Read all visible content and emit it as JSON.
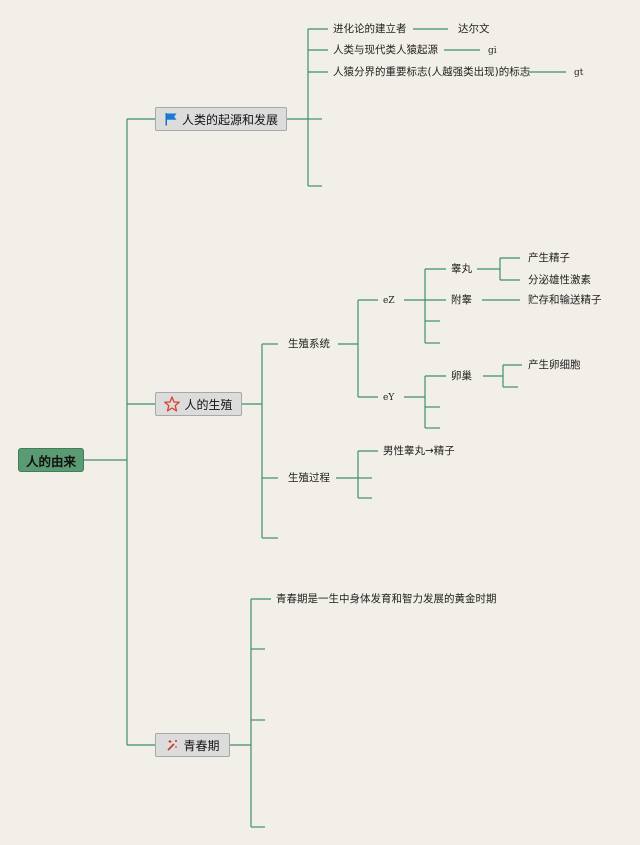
{
  "root": "人的由来",
  "branches": {
    "origin": {
      "label": "人类的起源和发展",
      "icon": "flag-icon",
      "items": [
        {
          "text": "进化论的建立者",
          "answer": "达尔文"
        },
        {
          "text": "人类与现代类人猿起源",
          "answer": "gi"
        },
        {
          "text": "人猿分界的重要标志(人越强类出现)的标志",
          "answer": "gt"
        }
      ]
    },
    "reproduction": {
      "label": "人的生殖",
      "icon": "star-icon",
      "system": {
        "label": "生殖系统",
        "male": {
          "label": "eZ",
          "testis": {
            "label": "睾丸",
            "functions": [
              "产生精子",
              "分泌雄性激素"
            ]
          },
          "epididymis": {
            "label": "附睾",
            "function": "贮存和输送精子"
          }
        },
        "female": {
          "label": "eY",
          "ovary": {
            "label": "卵巢",
            "function": "产生卵细胞"
          }
        }
      },
      "process": {
        "label": "生殖过程",
        "item": "男性睾丸→精子"
      }
    },
    "puberty": {
      "label": "青春期",
      "icon": "magic-wand-icon",
      "item": "青春期是一生中身体发育和智力发展的黄金时期"
    }
  },
  "colors": {
    "line": "#3e8f6a",
    "root_fill": "#5a9b73",
    "background": "#f2efe8"
  }
}
